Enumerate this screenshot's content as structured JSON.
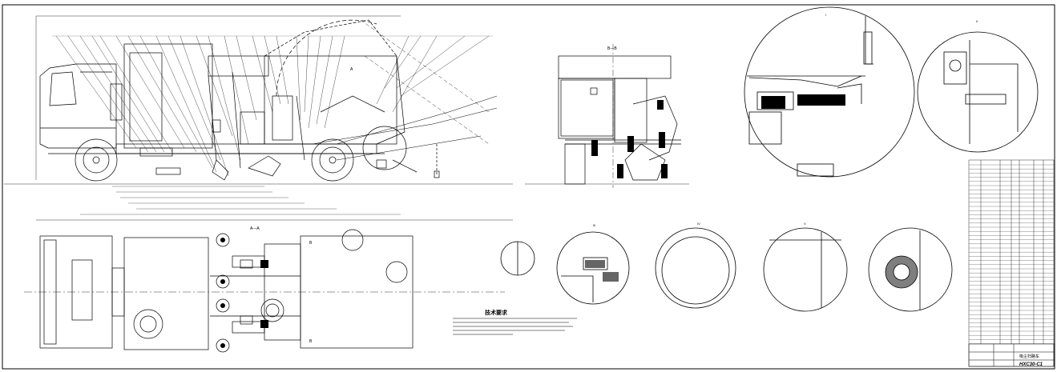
{
  "drawing": {
    "section_aa": "A—A",
    "section_bb": "B—B",
    "notes_title": "技术要求",
    "drawing_title": "吸尘扫路车",
    "drawing_code": "HXC30-C1",
    "roman_1": "I",
    "roman_2": "II",
    "roman_3": "III",
    "roman_4": "IV",
    "roman_5": "V",
    "detail_callouts": [
      "I",
      "II",
      "III",
      "IV",
      "V"
    ],
    "side_view_markers": [
      "A",
      "B",
      "B"
    ]
  },
  "colors": {
    "line": "#000000",
    "paper": "#ffffff",
    "fill_dark": "#000000"
  }
}
